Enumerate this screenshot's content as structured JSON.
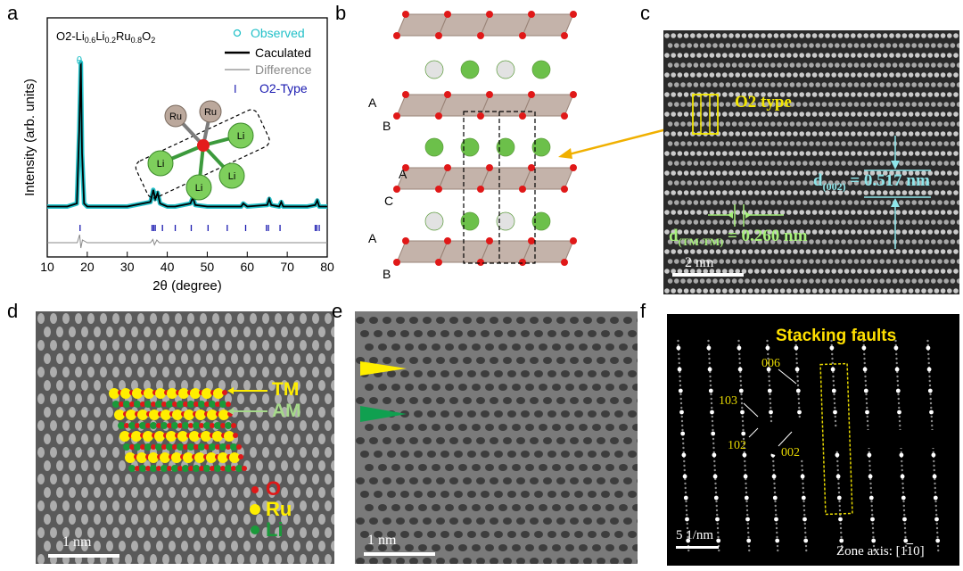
{
  "panels": {
    "a": {
      "letter": "a",
      "compound": "O2-Li",
      "formula_parts": [
        "O2-Li",
        "0.6",
        "Li",
        "0.2",
        "Ru",
        "0.8",
        "O",
        "2"
      ],
      "legend": {
        "observed": "Observed",
        "calculated": "Caculated",
        "difference": "Difference",
        "o2type": "O2-Type",
        "o2type_mark": "I",
        "observed_color": "#22c0c8",
        "calculated_color": "#000000",
        "difference_color": "#8a8a8a",
        "o2type_color": "#1a1ab0"
      },
      "peak_marker": "θ",
      "inset_labels": {
        "ru": "Ru",
        "li": "Li"
      },
      "chart_data": {
        "type": "line",
        "xlabel": "2θ (degree)",
        "ylabel": "Intensity (arb. units)",
        "xlim": [
          10,
          80
        ],
        "x_ticks": [
          10,
          20,
          30,
          40,
          50,
          60,
          70,
          80
        ],
        "series": [
          {
            "name": "Caculated",
            "x": [
              10,
              15,
              17.4,
              18.0,
              18.4,
              18.7,
              19.2,
              20,
              25,
              30,
              35.8,
              36.5,
              37.0,
              37.6,
              38.2,
              40,
              42,
              45.8,
              46.4,
              47,
              50,
              55,
              58.5,
              59,
              60,
              65,
              65.5,
              66,
              68,
              68.5,
              69,
              75,
              77,
              77.5,
              78,
              80
            ],
            "y": [
              0.05,
              0.05,
              0.07,
              0.55,
              1.0,
              0.4,
              0.07,
              0.05,
              0.05,
              0.05,
              0.08,
              0.16,
              0.1,
              0.14,
              0.07,
              0.05,
              0.05,
              0.07,
              0.11,
              0.06,
              0.05,
              0.05,
              0.05,
              0.07,
              0.05,
              0.06,
              0.1,
              0.06,
              0.05,
              0.08,
              0.05,
              0.05,
              0.06,
              0.09,
              0.05,
              0.05
            ]
          },
          {
            "name": "Difference",
            "x": [
              10,
              17.5,
              18.1,
              18.4,
              18.8,
              20,
              35.8,
              36.4,
              36.8,
              37.4,
              38,
              80
            ],
            "y": [
              0,
              0,
              0.15,
              -0.1,
              0.05,
              0,
              0,
              0.06,
              -0.04,
              0.05,
              0,
              0
            ]
          }
        ],
        "o2type_ticks": [
          18.2,
          36.2,
          36.6,
          37.0,
          38.8,
          42.0,
          46.0,
          50.2,
          55.0,
          59.6,
          64.8,
          65.3,
          68.2,
          77.0,
          77.4,
          78.0
        ]
      }
    },
    "b": {
      "letter": "b",
      "stack_labels": [
        "A",
        "B",
        "A",
        "C",
        "A",
        "B"
      ]
    },
    "c": {
      "letter": "c",
      "o2_label": "O2 type",
      "d002": {
        "main": "d",
        "sub": "(002)",
        "value": " = 0.517 nm"
      },
      "dtm": {
        "main": "d",
        "sub": "(TM-TM)",
        "value": " = 0.260 nm"
      },
      "scale": "2 nm",
      "colors": {
        "yellow": "#f2e600",
        "cyan": "#8ee6ea",
        "green": "#a6f07a",
        "arrow": "#f0b000"
      }
    },
    "d": {
      "letter": "d",
      "labels": {
        "tm": "TM",
        "am": "AM"
      },
      "legend": {
        "o": "O",
        "ru": "Ru",
        "li": "Li"
      },
      "scale": "1 nm",
      "colors": {
        "o": "#e01818",
        "ru": "#ffee00",
        "li": "#1a9a3a",
        "am": "#a6d98a"
      }
    },
    "e": {
      "letter": "e",
      "scale": "1 nm",
      "colors": {
        "yellow_arrow": "#ffee00",
        "green_arrow": "#10a050"
      }
    },
    "f": {
      "letter": "f",
      "title": "Stacking faults",
      "spots": {
        "s006": "006",
        "s103": "103",
        "s102": "102",
        "s002": "002"
      },
      "scale": "5 1/nm",
      "zone": "Zone axis: [1",
      "zone_bar": "1",
      "zone_end": "0]",
      "title_color": "#ffe000"
    }
  }
}
